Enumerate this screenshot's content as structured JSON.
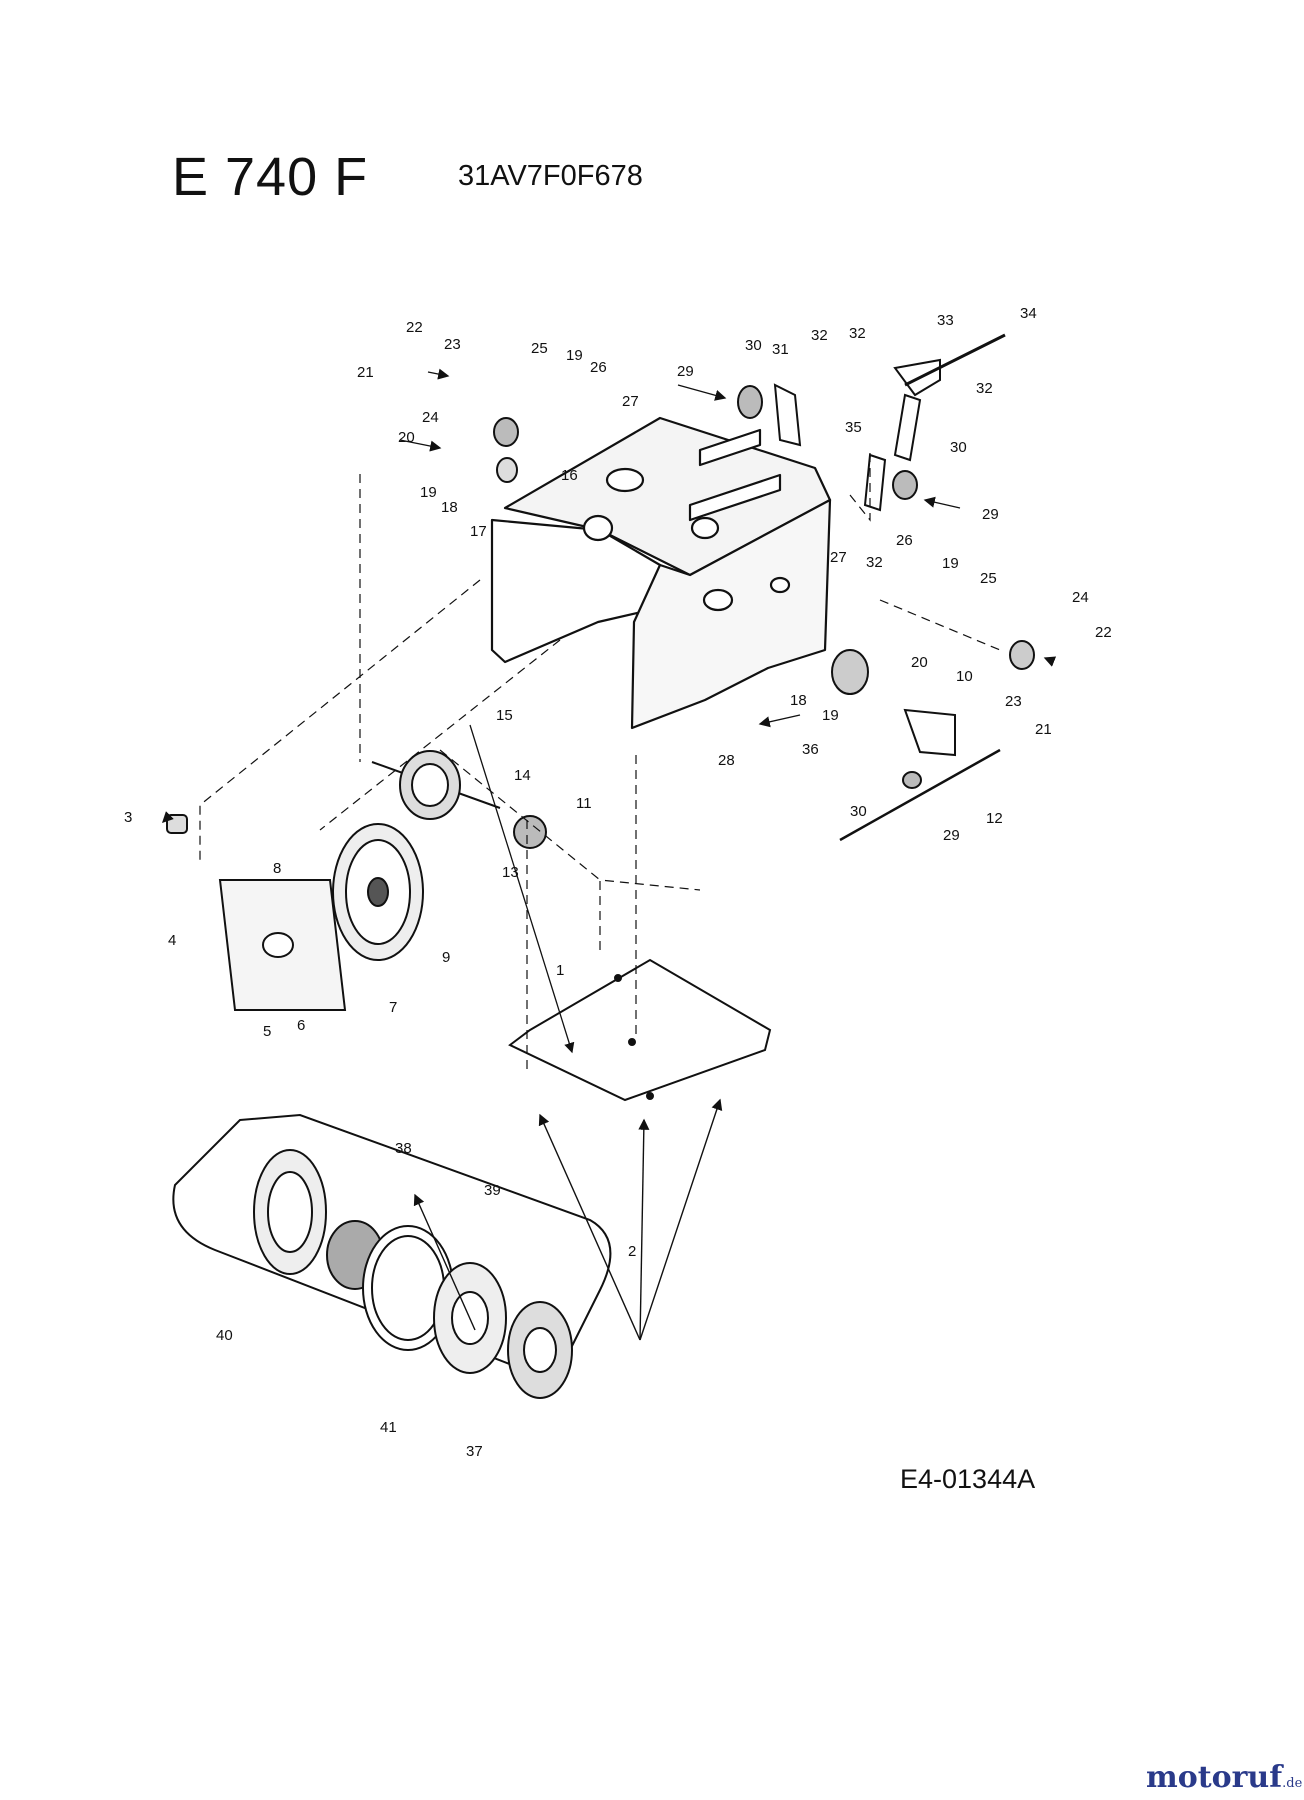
{
  "header": {
    "title": "E 740 F",
    "model_number": "31AV7F0F678"
  },
  "footer": {
    "diagram_code": "E4-01344A"
  },
  "watermark": {
    "brand_main": "motoruf",
    "brand_suffix": ".de"
  },
  "part_labels": [
    "1",
    "2",
    "3",
    "4",
    "5",
    "6",
    "7",
    "8",
    "9",
    "10",
    "11",
    "12",
    "13",
    "14",
    "15",
    "16",
    "17",
    "18",
    "19",
    "20",
    "21",
    "22",
    "23",
    "24",
    "25",
    "26",
    "27",
    "28",
    "29",
    "30",
    "31",
    "32",
    "33",
    "34",
    "35",
    "36",
    "37",
    "38",
    "39",
    "40",
    "41"
  ]
}
